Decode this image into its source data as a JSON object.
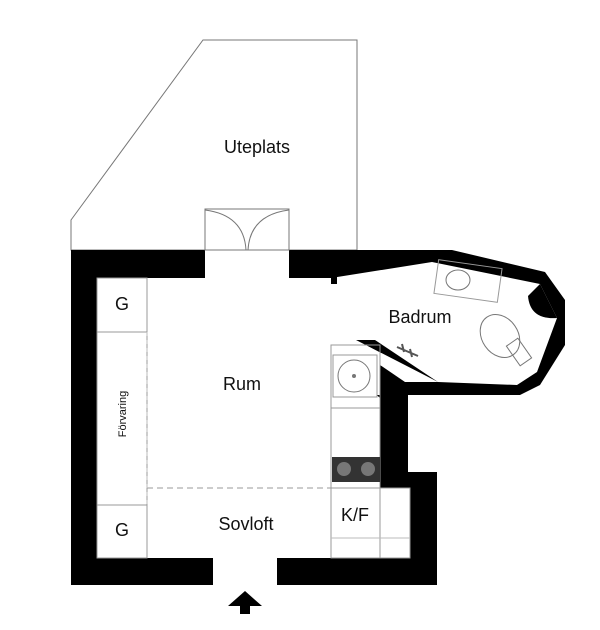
{
  "rooms": {
    "patio": "Uteplats",
    "bathroom": "Badrum",
    "living": "Rum",
    "loft": "Sovloft",
    "kitchen": "K/F",
    "storage": "Förvaring",
    "wardrobe_top": "G",
    "wardrobe_bottom": "G"
  },
  "colors": {
    "wall": "#000000",
    "line": "#555555",
    "background": "#ffffff"
  }
}
